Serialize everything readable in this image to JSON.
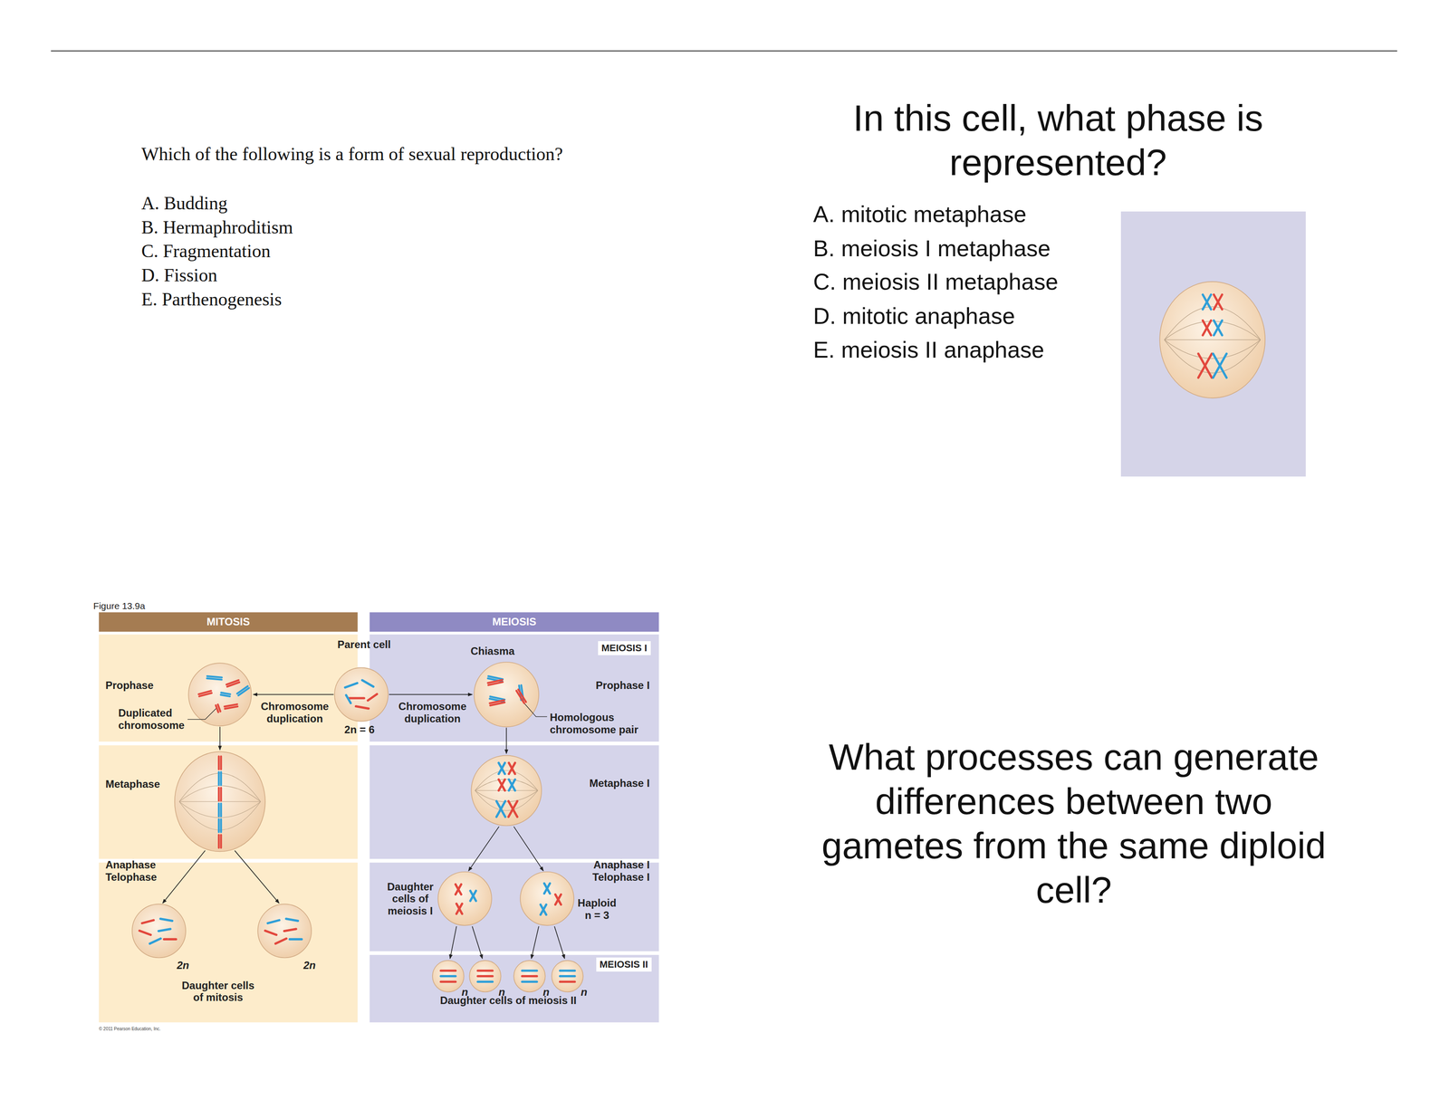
{
  "diagram": {
    "nodes": [
      {
        "text": [
          "MITOSIS"
        ]
      },
      {
        "text": [
          "MEIOSIS"
        ]
      },
      {
        "text": [
          "Prophase"
        ]
      },
      {
        "text": [
          "Metaphase"
        ]
      },
      {
        "text": [
          "Anaphase Telophase"
        ]
      },
      {
        "text": [
          "Prophase I"
        ]
      },
      {
        "text": [
          "MEIOSIS I"
        ],
        "in": 5
      },
      {
        "text": [
          "Metaphase I"
        ]
      },
      {
        "text": [
          "Anaphase I Telophase I"
        ]
      },
      {
        "text": [
          "Daughter cells of meiosis II"
        ]
      },
      {
        "text": [
          "MEIOSIS II"
        ],
        "in": 9
      }
    ],
    "labels": [
      "Which of the following is a form of sexual reproduction?",
      "A. Budding",
      "B. Hermaphroditism",
      "C. Fragmentation",
      "D. Fission",
      "E. Parthenogenesis",
      "In this cell, what phase is represented?",
      "A. mitotic metaphase",
      "B. meiosis I metaphase",
      "C. meiosis II metaphase",
      "D. mitotic anaphase",
      "E. meiosis II anaphase",
      "What processes can generate differences between two gametes from the same diploid cell?",
      "Figure 13.9a",
      "Parent cell",
      "2n = 6",
      "Duplicated chromosome",
      "Chromosome duplication",
      "Chromosome duplication",
      "Chiasma",
      "Homologous chromosome pair",
      "Daughter cells of meiosis I",
      "Haploid n = 3",
      "2n",
      "2n",
      "Daughter cells of mitosis",
      "n",
      "n",
      "n",
      "n",
      "© 2011 Pearson Education, Inc."
    ]
  }
}
